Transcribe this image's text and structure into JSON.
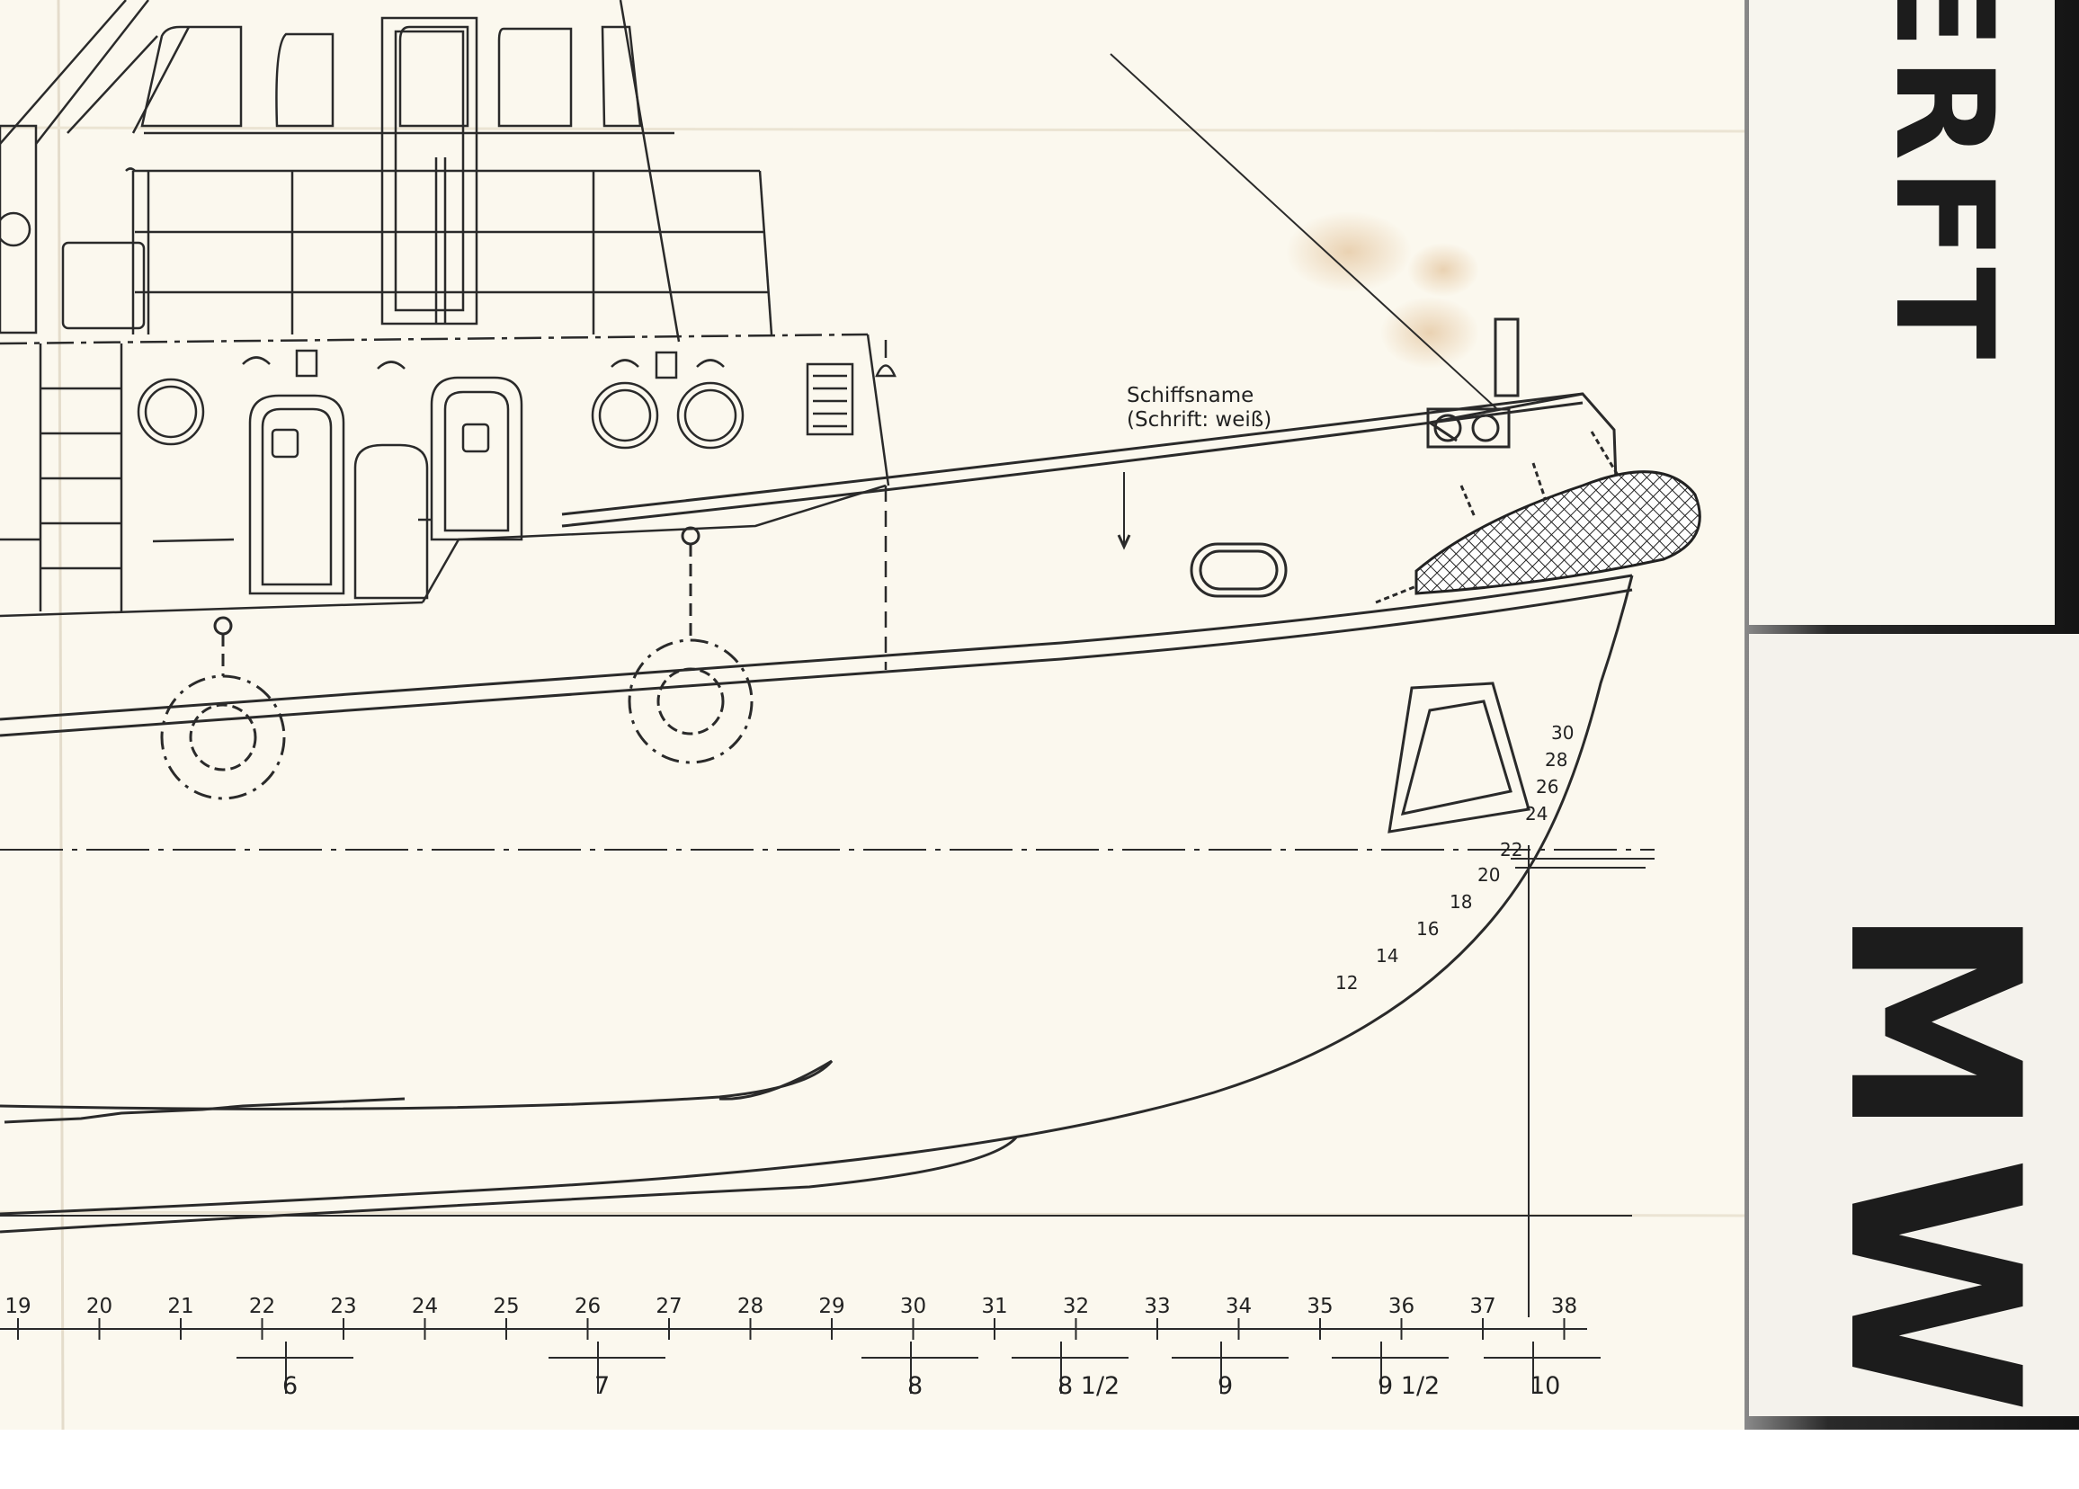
{
  "annotation": {
    "name": "Schiffsname",
    "note": "(Schrift: weiß)"
  },
  "waterline_marks": [
    "12",
    "14",
    "16",
    "18",
    "20",
    "22",
    "24",
    "26",
    "28",
    "30"
  ],
  "frame_numbers": [
    "19",
    "20",
    "21",
    "22",
    "23",
    "24",
    "25",
    "26",
    "27",
    "28",
    "29",
    "30",
    "31",
    "32",
    "33",
    "34",
    "35",
    "36",
    "37",
    "38"
  ],
  "station_numbers": [
    "6",
    "7",
    "8",
    "8 1/2",
    "9",
    "9 1/2",
    "10"
  ],
  "title_banner": {
    "top": "ERFT",
    "bottom": "MW"
  },
  "colors": {
    "paper": "#fbf8ee",
    "ink": "#2a2a2a",
    "banner": "#161616",
    "stain": "#c98a42"
  }
}
